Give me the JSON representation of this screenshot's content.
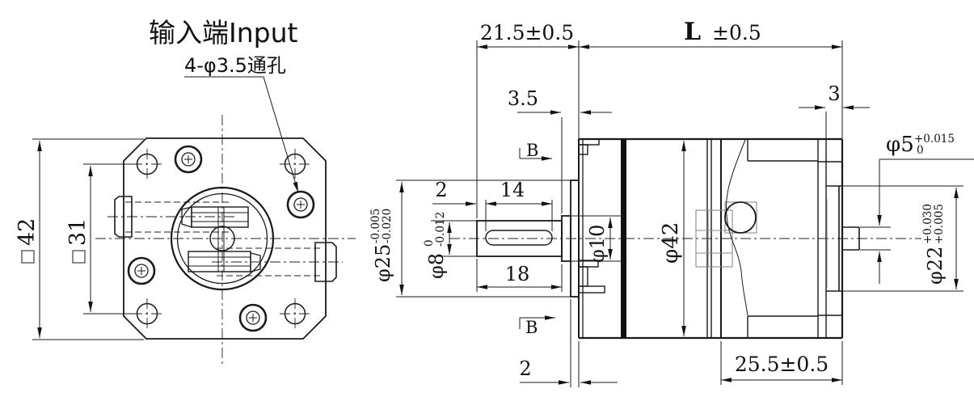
{
  "drawing_labels": {
    "input_title": "输入端Input",
    "hole_note": "4-φ3.5通孔"
  },
  "front_view": {
    "outer_square": "42",
    "hole_square": "31"
  },
  "side_view": {
    "front_length": "21.5±0.5",
    "body_length_prefix": "L",
    "body_length_tol": "±0.5",
    "boss_step": "3.5",
    "rear_step": "3",
    "key_offset": "2",
    "key_length": "14",
    "shaft_length": "18",
    "motor_length": "25.5±0.5",
    "pilot_thickness": "2",
    "section_mark": "B",
    "shaft_dia": {
      "base": "φ8",
      "upper": "0",
      "lower": "-0.012"
    },
    "pilot_dia": {
      "base": "φ25",
      "upper": "-0.005",
      "lower": "-0.020"
    },
    "bearing_boss_dia": "φ10",
    "body_dia": "φ42",
    "rear_shaft_dia": {
      "base": "φ5",
      "upper": "+0.015",
      "lower": "0"
    },
    "rear_pilot_dia": {
      "base": "φ22",
      "upper": "+0.030",
      "lower": "+0.005"
    }
  },
  "colors": {
    "line": "#1a1a1a",
    "gray_detail": "#8a8a8a",
    "background": "#ffffff"
  }
}
